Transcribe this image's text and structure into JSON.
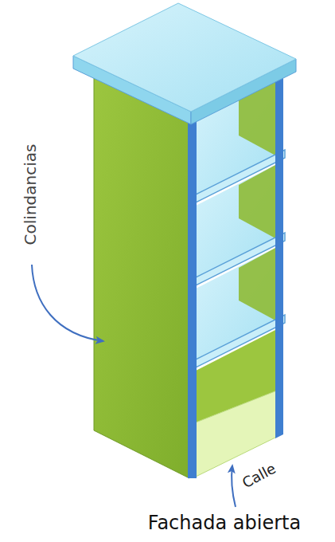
{
  "diagram": {
    "labels": [
      "Colindancias",
      "Calle",
      "Fachada abierta"
    ]
  }
}
